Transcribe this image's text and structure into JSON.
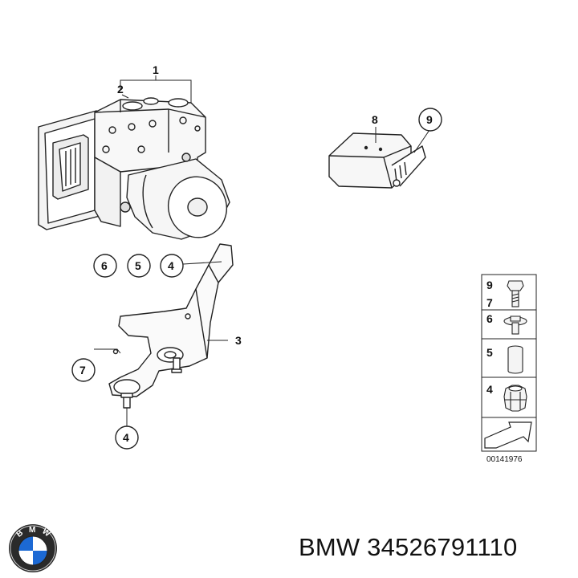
{
  "diagram": {
    "callouts": {
      "c1": "1",
      "c2": "2",
      "c3": "3",
      "c4a": "4",
      "c4b": "4",
      "c5": "5",
      "c6": "6",
      "c7": "7",
      "c8": "8",
      "c9": "9"
    },
    "legend": {
      "items": [
        "9",
        "7",
        "6",
        "5",
        "4"
      ]
    },
    "reference_number": "00141976"
  },
  "logo": {
    "brand_letters": [
      "B",
      "M",
      "W"
    ]
  },
  "caption": {
    "part_number": "BMW 34526791110"
  }
}
